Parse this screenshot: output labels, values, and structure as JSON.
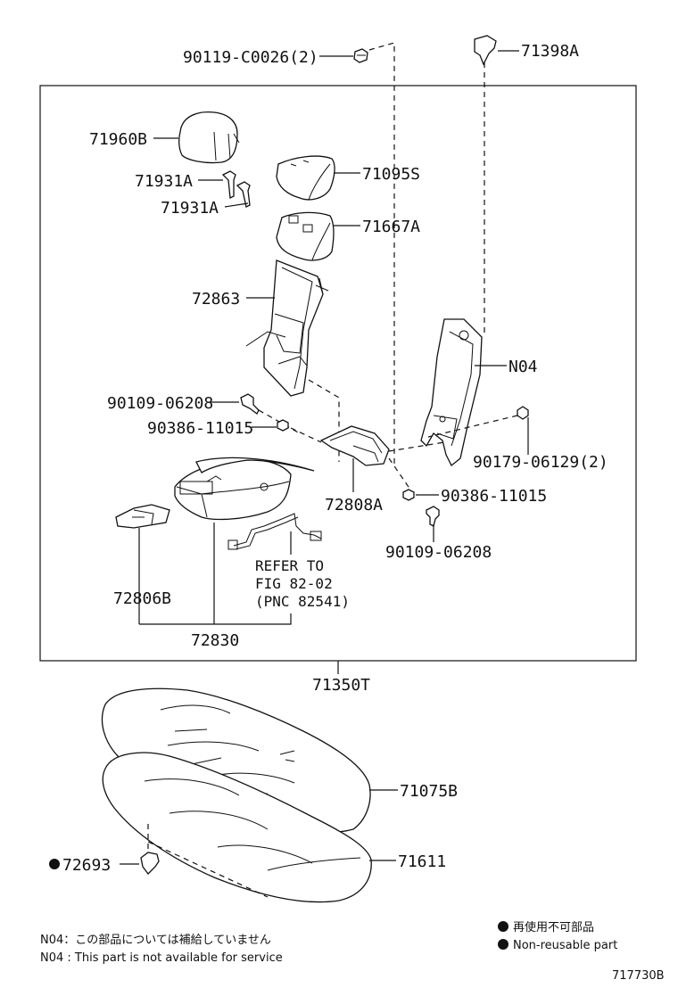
{
  "labels": {
    "p90119": "90119-C0026(2)",
    "p71398a": "71398A",
    "p71960b": "71960B",
    "p71931a_1": "71931A",
    "p71931a_2": "71931A",
    "p71095s": "71095S",
    "p71667a": "71667A",
    "p72863": "72863",
    "pN04": "N04",
    "p90109_a": "90109-06208",
    "p90386_a": "90386-11015",
    "p90179": "90179-06129(2)",
    "p72808a": "72808A",
    "p90386_b": "90386-11015",
    "p90109_b": "90109-06208",
    "refer_1": "REFER TO",
    "refer_2": "FIG 82-02",
    "refer_3": "(PNC 82541)",
    "p72806b": "72806B",
    "p72830": "72830",
    "p71350t": "71350T",
    "p71075b": "71075B",
    "p71611": "71611",
    "p72693": "72693"
  },
  "legend": {
    "non_reusable_jp": "再使用不可部品",
    "non_reusable_en": "Non-reusable part"
  },
  "notes": {
    "n04_jp": "N04：この部品については補給していません",
    "n04_en": "N04 : This part is not available for service"
  },
  "figure_id": "717730B"
}
